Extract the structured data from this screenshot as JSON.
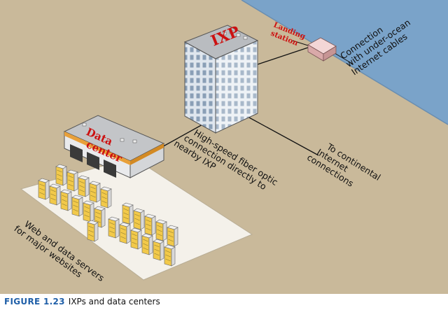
{
  "labels": {
    "landing_station_line1": "Landing",
    "landing_station_line2": "station",
    "ixp": "IXP",
    "data_center_line1": "Data",
    "data_center_line2": "center",
    "cables_line1": "Connection",
    "cables_line2": "with under-ocean",
    "cables_line3": "Internet cables",
    "fiber_line1": "High-speed fiber optic",
    "fiber_line2": "connection directly to",
    "fiber_line3": "nearby IXP",
    "continental_line1": "To continental",
    "continental_line2": "Internet",
    "continental_line3": "connections",
    "servers_line1": "Web and data servers",
    "servers_line2": "for major websites"
  },
  "caption": {
    "figure": "FIGURE 1.23",
    "text": "IXPs and data centers"
  },
  "colors": {
    "ground": "#c9b99a",
    "ocean": "#7aa3c9",
    "label_red": "#cc1111",
    "caption_blue": "#1f5fa8"
  }
}
